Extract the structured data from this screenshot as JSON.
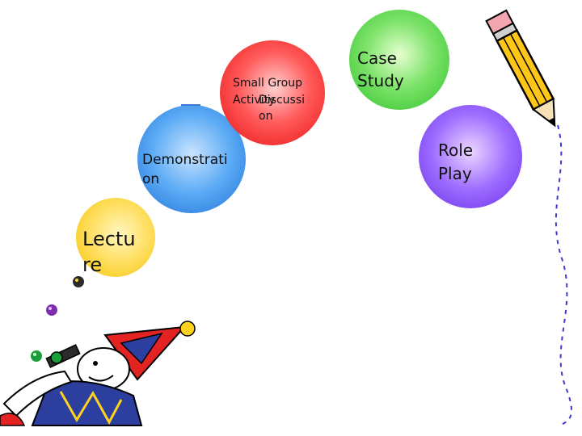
{
  "bubbles": {
    "lecture": {
      "line1": "Lectu",
      "line2": "re"
    },
    "demonstration": {
      "line1": "Demonstrati",
      "line2": "on"
    },
    "small_group": {
      "line1": "Small Group",
      "line2a": "Activity",
      "line2b": "Discussi",
      "line3": "on"
    },
    "case_study": {
      "line1": "Case",
      "line2": "Study"
    },
    "role_play": {
      "line1": "Role",
      "line2": "Play"
    }
  },
  "colors": {
    "lecture": "#ffd21f",
    "demonstration": "#3f8ff0",
    "small_group": "#f52828",
    "case_study": "#49d43c",
    "role_play": "#7e45f5"
  },
  "clipart": {
    "pencil": "pencil-icon",
    "jester": "jester-party-icon"
  }
}
